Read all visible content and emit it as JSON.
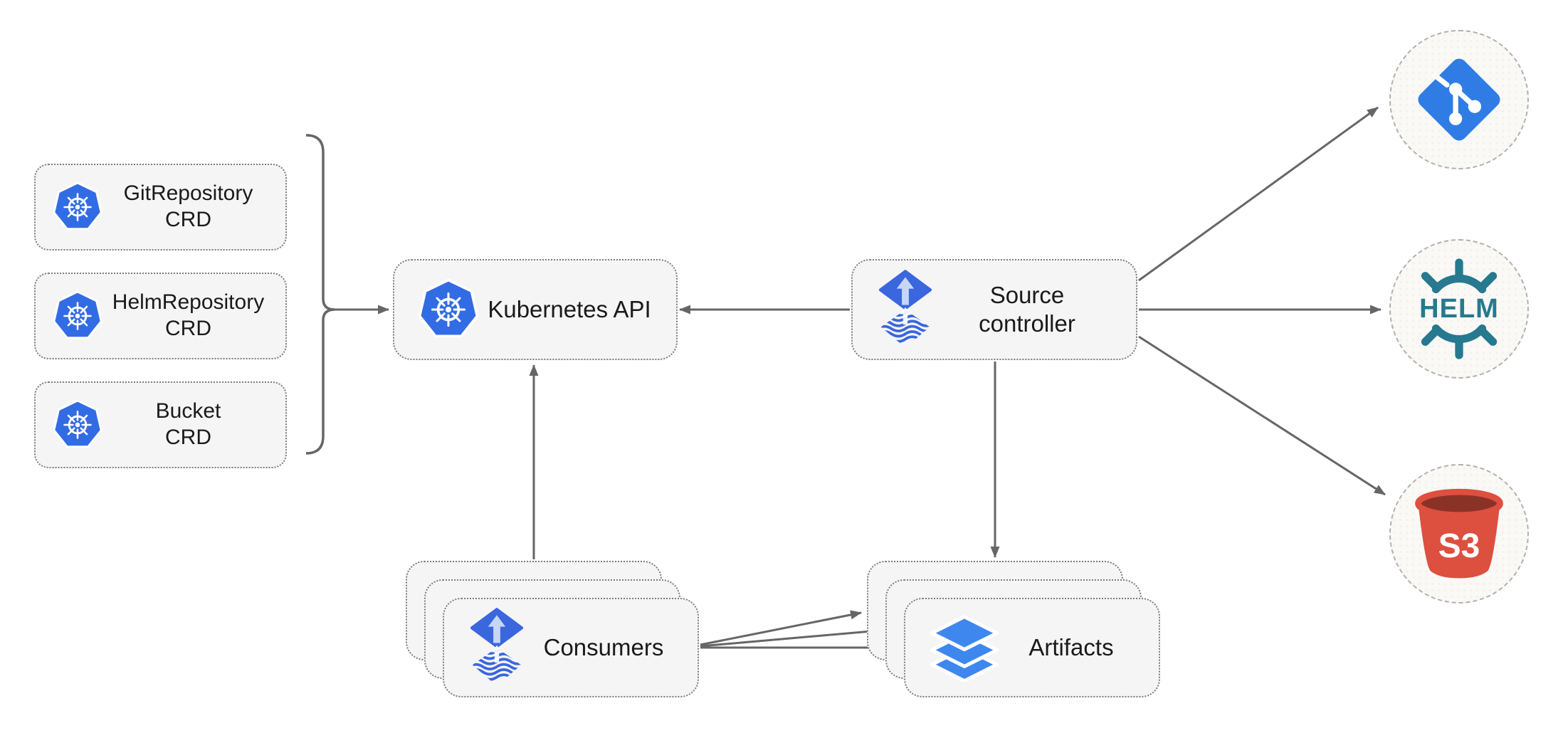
{
  "diagram": {
    "crd_boxes": [
      {
        "label": "GitRepository",
        "sublabel": "CRD",
        "icon": "kubernetes-icon"
      },
      {
        "label": "HelmRepository",
        "sublabel": "CRD",
        "icon": "kubernetes-icon"
      },
      {
        "label": "Bucket",
        "sublabel": "CRD",
        "icon": "kubernetes-icon"
      }
    ],
    "kubernetes_api": {
      "label": "Kubernetes API",
      "icon": "kubernetes-icon"
    },
    "source_controller": {
      "label_line1": "Source",
      "label_line2": "controller",
      "icon": "flux-icon"
    },
    "consumers": {
      "label": "Consumers",
      "icon": "flux-icon",
      "stack_count": 3
    },
    "artifacts": {
      "label": "Artifacts",
      "icon": "layers-icon",
      "stack_count": 3
    },
    "endpoints": [
      {
        "name": "git",
        "icon": "git-icon",
        "label": ""
      },
      {
        "name": "helm",
        "icon": "helm-icon",
        "label": "HELM"
      },
      {
        "name": "s3",
        "icon": "s3-bucket-icon",
        "label": "S3"
      }
    ],
    "colors": {
      "kubernetes_blue": "#326ce5",
      "flux_blue": "#3a66de",
      "flux_arrow_light": "#c7d6f4",
      "layers_blue": "#3e87ee",
      "git_blue": "#2f7de4",
      "helm_teal": "#26798f",
      "s3_red": "#dd4f3f",
      "s3_dark": "#8a3226",
      "arrow_gray": "#666666",
      "box_fill": "#f5f5f5",
      "box_border": "#7d7d7d",
      "circle_fill": "#faf9f6",
      "circle_border": "#b3b0ad",
      "text_color": "#1a1a1a"
    }
  }
}
